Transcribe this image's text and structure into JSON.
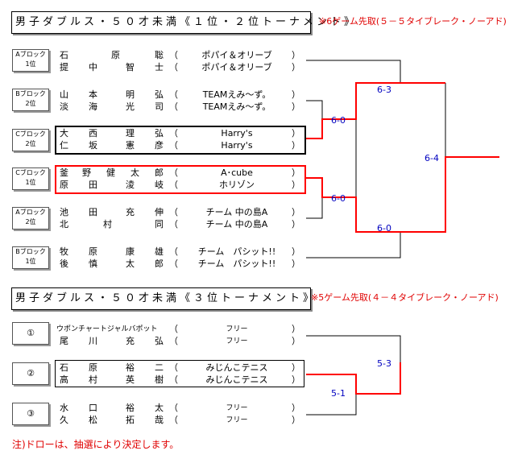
{
  "t1": {
    "title": "男子ダブルス・５０才未満《１位・２位トーナメント》",
    "note": "※6ゲーム先取(５－５タイブレーク・ノーアド)",
    "teams": [
      {
        "tag1": "Aブロック",
        "tag2": "1位",
        "p": [
          [
            "石",
            "原",
            "聡",
            "ポパイ＆オリーブ"
          ],
          [
            "提",
            "中",
            "智",
            "士",
            "ポパイ＆オリーブ"
          ]
        ]
      },
      {
        "tag1": "Bブロック",
        "tag2": "2位",
        "p": [
          [
            "山",
            "本",
            "明",
            "弘",
            "TEAMえみ～ず。"
          ],
          [
            "淡",
            "海",
            "光",
            "司",
            "TEAMえみ～ず。"
          ]
        ]
      },
      {
        "tag1": "Cブロック",
        "tag2": "2位",
        "p": [
          [
            "大",
            "西",
            "理",
            "弘",
            "Harry's"
          ],
          [
            "仁",
            "坂",
            "憲",
            "彦",
            "Harry's"
          ]
        ]
      },
      {
        "tag1": "Cブロック",
        "tag2": "1位",
        "p": [
          [
            "釜",
            "野",
            "健",
            "太",
            "郎",
            "A･cube"
          ],
          [
            "原",
            "田",
            "淩",
            "岐",
            "ホリゾン"
          ]
        ]
      },
      {
        "tag1": "Aブロック",
        "tag2": "2位",
        "p": [
          [
            "池",
            "田",
            "充",
            "伸",
            "チーム 中の島A"
          ],
          [
            "北",
            "村",
            "同",
            "チーム 中の島A"
          ]
        ]
      },
      {
        "tag1": "Bブロック",
        "tag2": "1位",
        "p": [
          [
            "牧",
            "原",
            "康",
            "雄",
            "チーム　パシット!!"
          ],
          [
            "後",
            "慎",
            "太",
            "郎",
            "チーム　パシット!!"
          ]
        ]
      }
    ],
    "scores": {
      "q1": "6-3",
      "q2": "6-0",
      "q3": "6-0",
      "q4": "6-0",
      "final": "6-4"
    }
  },
  "t2": {
    "title": "男子ダブルス・５０才未満《３位トーナメント》",
    "note": "※5ゲーム先取(４－４タイブレーク・ノーアド)",
    "teams": [
      {
        "tag": "①",
        "p1_name": "ウポンチャートジャルバポット",
        "p1_team": "フリー",
        "p2": [
          "尾",
          "川",
          "充",
          "弘"
        ],
        "p2_team": "フリー"
      },
      {
        "tag": "②",
        "p1": [
          "石",
          "原",
          "裕",
          "二"
        ],
        "p1_team": "みじんこテニス",
        "p2": [
          "高",
          "村",
          "英",
          "樹"
        ],
        "p2_team": "みじんこテニス"
      },
      {
        "tag": "③",
        "p1": [
          "水",
          "口",
          "裕",
          "太"
        ],
        "p1_team": "フリー",
        "p2": [
          "久",
          "松",
          "拓",
          "哉"
        ],
        "p2_team": "フリー"
      }
    ],
    "scores": {
      "s1": "5-3",
      "s2": "5-1"
    }
  },
  "footnote": "注)ドローは、抽選により決定します。",
  "paren_open": "（",
  "paren_close": "）",
  "colors": {
    "win": "#ff0000",
    "line": "#000000",
    "score": "#0000c0",
    "note": "#e00000"
  }
}
